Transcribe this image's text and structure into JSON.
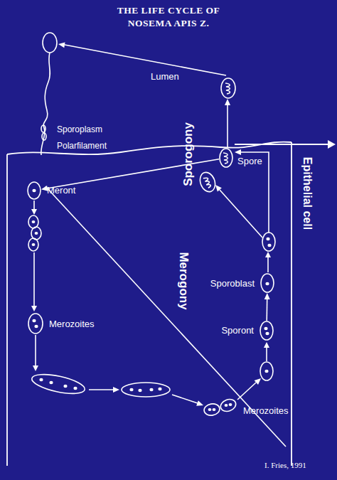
{
  "diagram": {
    "title": "THE LIFE CYCLE OF NOSEMA APIS Z.",
    "caption": "I. Fries, 1991",
    "nodes": [
      {
        "text": [
          "Epithelial cell"
        ]
      },
      {
        "text": [
          "Meront"
        ],
        "in": 0
      },
      {
        "text": [
          "Merozoites"
        ],
        "in": 0
      },
      {
        "text": [
          "Merozoites"
        ],
        "in": 0
      },
      {
        "text": [
          "Sporont"
        ],
        "in": 0
      },
      {
        "text": [
          "Sporoblast"
        ],
        "in": 0
      },
      {
        "text": [
          "Spore"
        ],
        "in": 0
      }
    ],
    "edges": [
      {
        "from": 6,
        "to": 1,
        "arrow": "to"
      },
      {
        "from": 4,
        "to": 5,
        "arrow": "to"
      }
    ],
    "labels": [
      "Lumen",
      "Sporoplasm",
      "Polarfilament",
      "Sporogony",
      "Merogony"
    ]
  }
}
